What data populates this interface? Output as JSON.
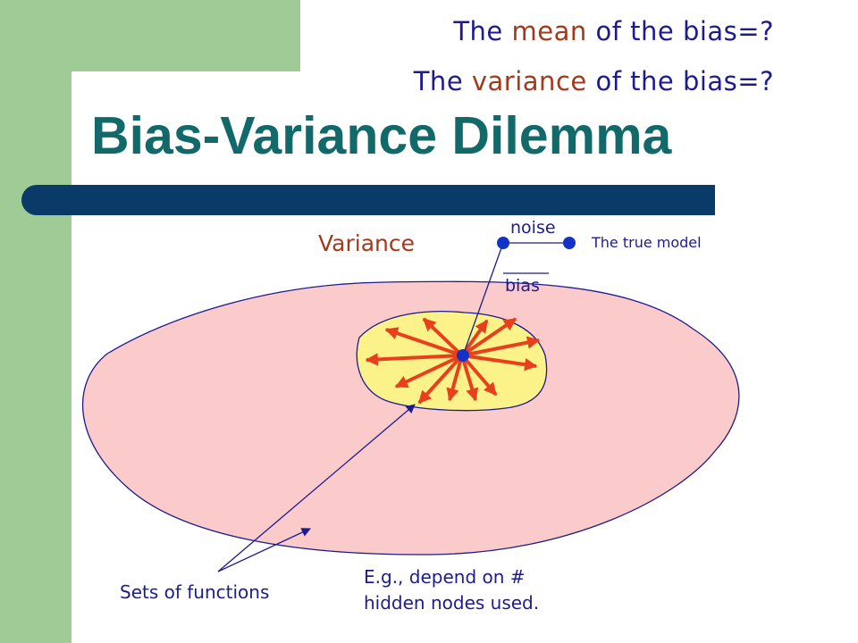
{
  "questions": {
    "mean": {
      "prefix": "The ",
      "keyword": "mean",
      "suffix": " of the ",
      "target": "bias",
      "end": "=?"
    },
    "variance": {
      "prefix": "The ",
      "keyword": "variance",
      "suffix": " of the ",
      "target": "bias",
      "end": "=?"
    }
  },
  "title": "Bias-Variance Dilemma",
  "diagram": {
    "variance_label": "Variance",
    "noise_label": "noise",
    "bias_label": "bias",
    "true_model_label": "The true model",
    "sets_label": "Sets of functions",
    "example_line1": "E.g., depend on #",
    "example_line2": "hidden nodes used."
  },
  "colors": {
    "text_blue": "#1c1c8f",
    "keyword_red": "#a33a1e",
    "title_teal": "#11696a",
    "outer_region": "#fbcaca",
    "inner_region": "#fbf28a",
    "arrow_red": "#e8401c",
    "point_blue": "#1432c8",
    "bar_navy": "#0a3a68",
    "side_green": "#9fcc96"
  }
}
